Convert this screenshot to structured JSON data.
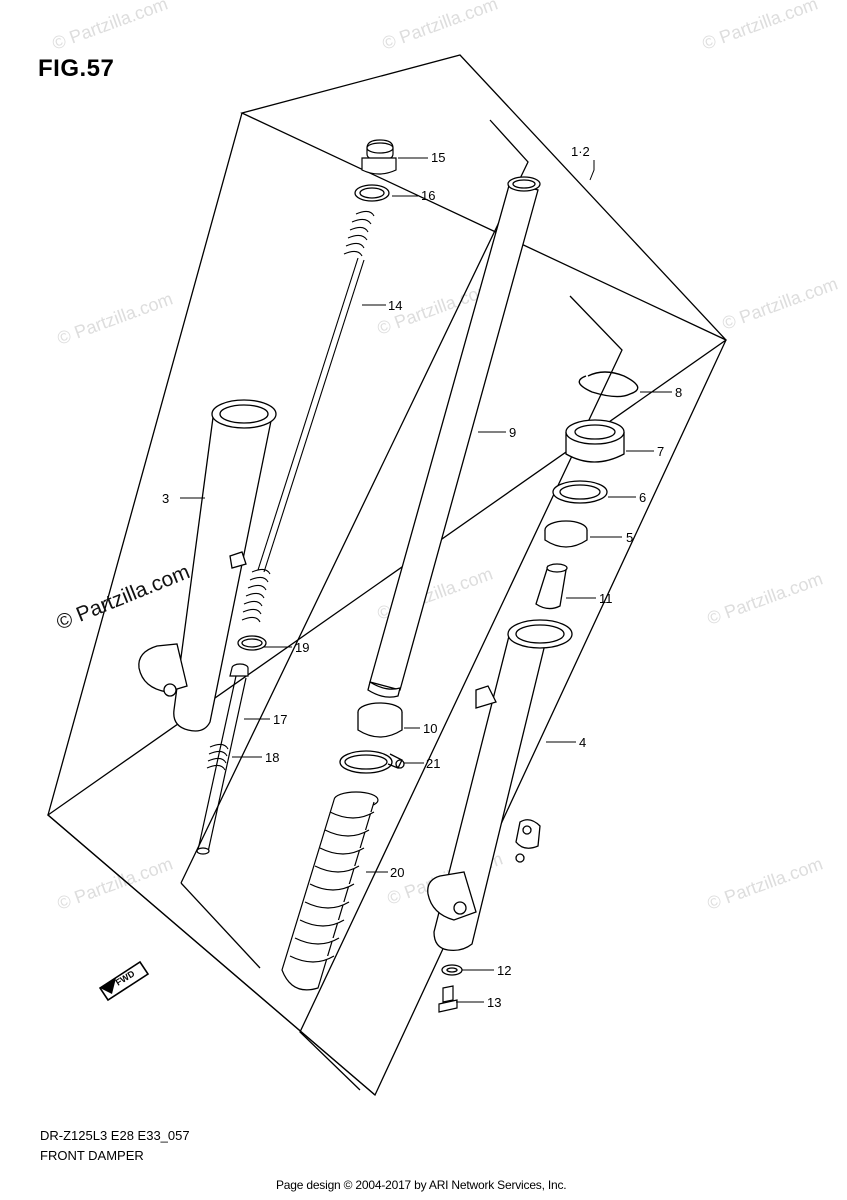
{
  "figure": {
    "title": "FIG.57"
  },
  "watermark": {
    "text": "© Partzilla.com",
    "main_text": "© Partzilla.com"
  },
  "fwd_label": "FWD",
  "callouts": {
    "c1_2": "1·2",
    "c3": "3",
    "c4": "4",
    "c5": "5",
    "c6": "6",
    "c7": "7",
    "c8": "8",
    "c9": "9",
    "c10": "10",
    "c11": "11",
    "c12": "12",
    "c13": "13",
    "c14": "14",
    "c15": "15",
    "c16": "16",
    "c17": "17",
    "c18": "18",
    "c19": "19",
    "c20": "20",
    "c21": "21"
  },
  "footer": {
    "code": "DR-Z125L3 E28 E33_057",
    "name": "FRONT DAMPER",
    "credit": "Page design © 2004-2017 by ARI Network Services, Inc."
  }
}
